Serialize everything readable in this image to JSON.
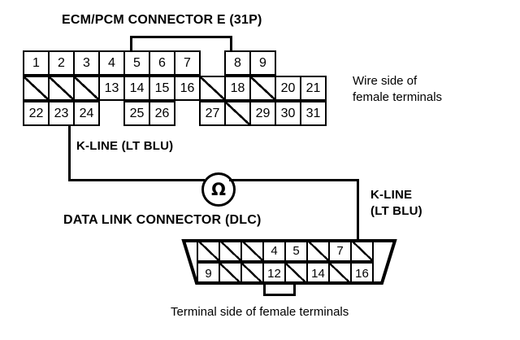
{
  "diagram": {
    "ecm": {
      "title": "ECM/PCM CONNECTOR E (31P)",
      "side_note_line1": "Wire side of",
      "side_note_line2": "female terminals",
      "rows": [
        [
          {
            "label": "1",
            "type": "pin"
          },
          {
            "label": "2",
            "type": "pin"
          },
          {
            "label": "3",
            "type": "pin"
          },
          {
            "label": "4",
            "type": "pin"
          },
          {
            "label": "5",
            "type": "pin"
          },
          {
            "label": "6",
            "type": "pin"
          },
          {
            "label": "7",
            "type": "pin"
          },
          {
            "label": "",
            "type": "gap"
          },
          {
            "label": "8",
            "type": "pin"
          },
          {
            "label": "9",
            "type": "pin"
          }
        ],
        [
          {
            "label": "",
            "type": "blank"
          },
          {
            "label": "",
            "type": "blank"
          },
          {
            "label": "",
            "type": "blank"
          },
          {
            "label": "13",
            "type": "pin"
          },
          {
            "label": "14",
            "type": "pin"
          },
          {
            "label": "15",
            "type": "pin"
          },
          {
            "label": "16",
            "type": "pin"
          },
          {
            "label": "",
            "type": "blank"
          },
          {
            "label": "18",
            "type": "pin"
          },
          {
            "label": "",
            "type": "blank"
          },
          {
            "label": "20",
            "type": "pin"
          },
          {
            "label": "21",
            "type": "pin"
          }
        ],
        [
          {
            "label": "22",
            "type": "pin"
          },
          {
            "label": "23",
            "type": "pin"
          },
          {
            "label": "24",
            "type": "pin"
          },
          {
            "label": "",
            "type": "gap"
          },
          {
            "label": "25",
            "type": "pin"
          },
          {
            "label": "26",
            "type": "pin"
          },
          {
            "label": "",
            "type": "gap"
          },
          {
            "label": "27",
            "type": "pin"
          },
          {
            "label": "",
            "type": "blank"
          },
          {
            "label": "29",
            "type": "pin"
          },
          {
            "label": "30",
            "type": "pin"
          },
          {
            "label": "31",
            "type": "pin"
          }
        ]
      ]
    },
    "dlc": {
      "title": "DATA LINK CONNECTOR (DLC)",
      "caption": "Terminal side of female terminals",
      "rows": [
        [
          {
            "label": "",
            "type": "blank"
          },
          {
            "label": "",
            "type": "blank"
          },
          {
            "label": "",
            "type": "blank"
          },
          {
            "label": "4",
            "type": "pin"
          },
          {
            "label": "5",
            "type": "pin"
          },
          {
            "label": "",
            "type": "blank"
          },
          {
            "label": "7",
            "type": "pin"
          },
          {
            "label": "",
            "type": "blank"
          }
        ],
        [
          {
            "label": "9",
            "type": "pin"
          },
          {
            "label": "",
            "type": "blank"
          },
          {
            "label": "",
            "type": "blank"
          },
          {
            "label": "12",
            "type": "pin"
          },
          {
            "label": "",
            "type": "blank"
          },
          {
            "label": "14",
            "type": "pin"
          },
          {
            "label": "",
            "type": "blank"
          },
          {
            "label": "16",
            "type": "pin"
          }
        ]
      ]
    },
    "wires": {
      "left_label": "K-LINE (LT BLU)",
      "right_label_line1": "K-LINE",
      "right_label_line2": "(LT BLU)",
      "ohm_symbol": "Ω"
    },
    "colors": {
      "ink": "#000000",
      "paper": "#ffffff"
    }
  }
}
